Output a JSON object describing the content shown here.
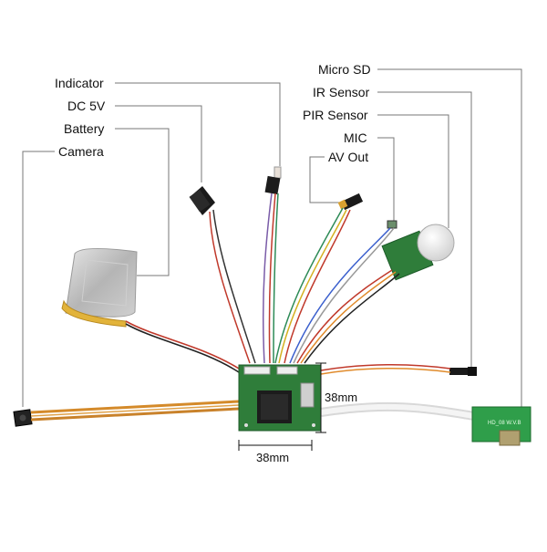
{
  "labels": {
    "indicator": "Indicator",
    "dc5v": "DC 5V",
    "battery": "Battery",
    "camera": "Camera",
    "micro_sd": "Micro SD",
    "ir_sensor": "IR Sensor",
    "pir_sensor": "PIR Sensor",
    "mic": "MIC",
    "av_out": "AV Out"
  },
  "dimensions": {
    "height": "38mm",
    "width": "38mm"
  },
  "colors": {
    "leader": "#777777",
    "pcb": "#2f7d3a",
    "flex": "#c9822b",
    "battery_body": "#b9b9b9",
    "battery_edge": "#e0b53a"
  }
}
